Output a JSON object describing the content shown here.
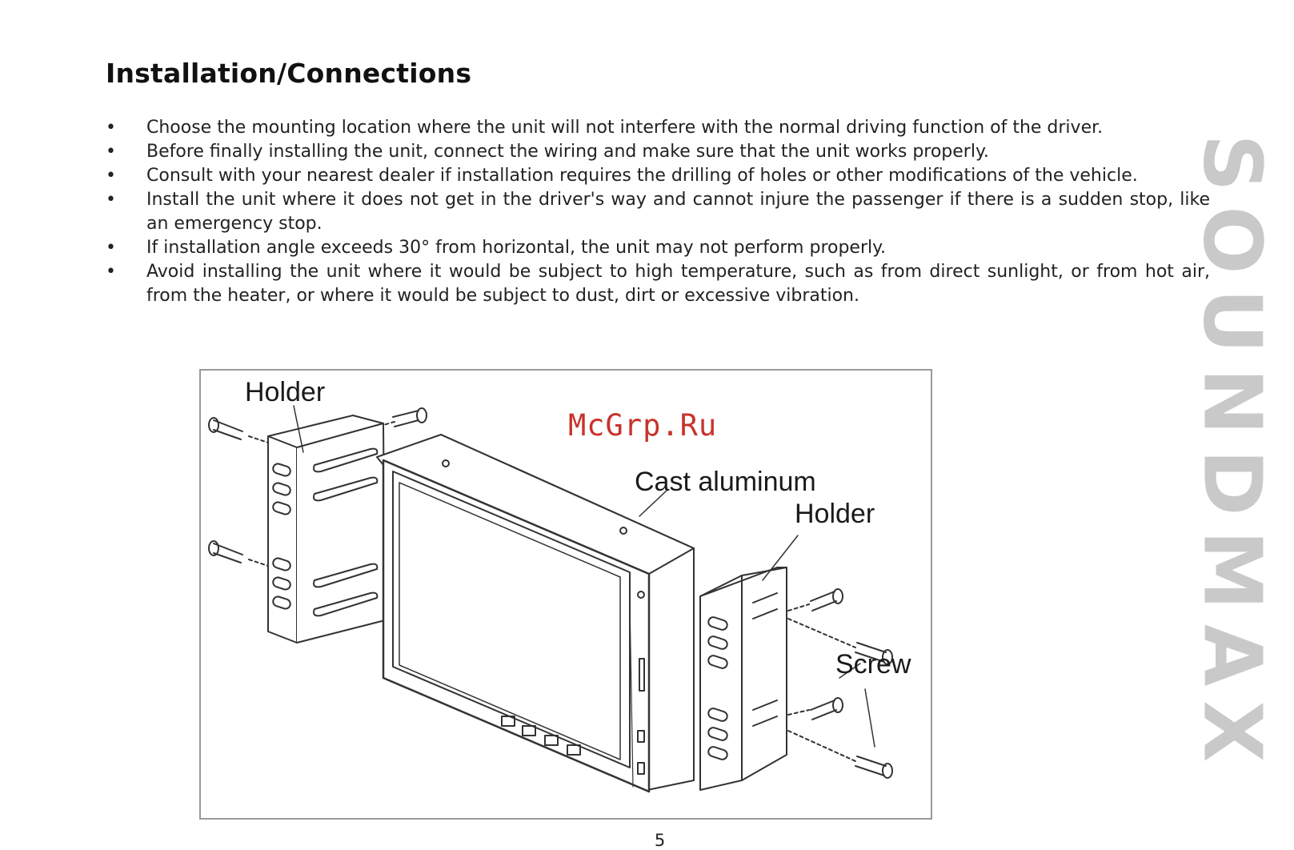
{
  "heading": "Installation/Connections",
  "bullets": [
    "Choose the mounting location where the unit will not interfere with the normal driving function of the driver.",
    "Before finally installing the unit, connect the wiring and make sure that the unit works properly.",
    "Consult with your nearest dealer if installation requires the drilling of holes or other modifications of the vehicle.",
    "Install the unit where it does not get in the driver's way and cannot injure the passenger if there is a sudden stop, like an emergency stop.",
    "If installation angle exceeds 30° from horizontal, the unit may not perform properly.",
    "Avoid installing the unit where it would be subject to high temperature, such as from direct sunlight, or from hot air, from the heater, or where it would be subject to dust, dirt or excessive vibration."
  ],
  "figure": {
    "label_holder_left": "Holder",
    "label_cast_aluminum": "Cast aluminum",
    "label_holder_right": "Holder",
    "label_screw": "Screw"
  },
  "watermark": "McGrp.Ru",
  "brand": "SOUNDMAX",
  "page_number": "5",
  "colors": {
    "watermark": "#c8332b",
    "brand": "#c9c9c9",
    "frame": "#9a9a9a"
  }
}
